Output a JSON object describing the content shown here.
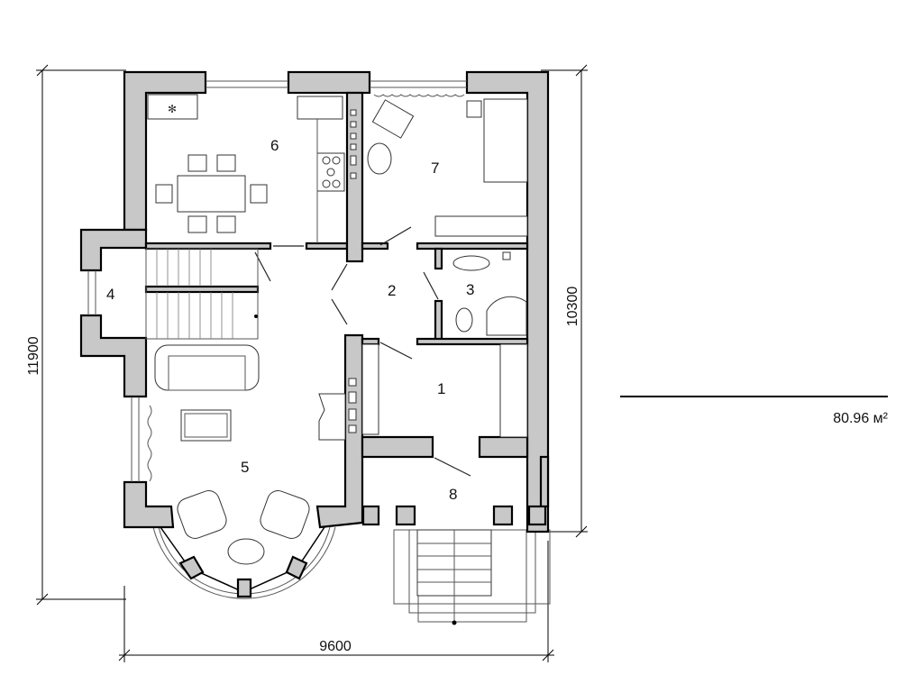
{
  "rooms": [
    {
      "number": "1"
    },
    {
      "number": "2"
    },
    {
      "number": "3"
    },
    {
      "number": "4"
    },
    {
      "number": "5"
    },
    {
      "number": "6"
    },
    {
      "number": "7"
    },
    {
      "number": "8"
    }
  ],
  "dimensions": {
    "total_height": "11900",
    "building_height": "10300",
    "width": "9600"
  },
  "area": {
    "value": "80.96 м²"
  },
  "colors": {
    "wall_fill": "#c8c8c8",
    "line": "#000000"
  }
}
